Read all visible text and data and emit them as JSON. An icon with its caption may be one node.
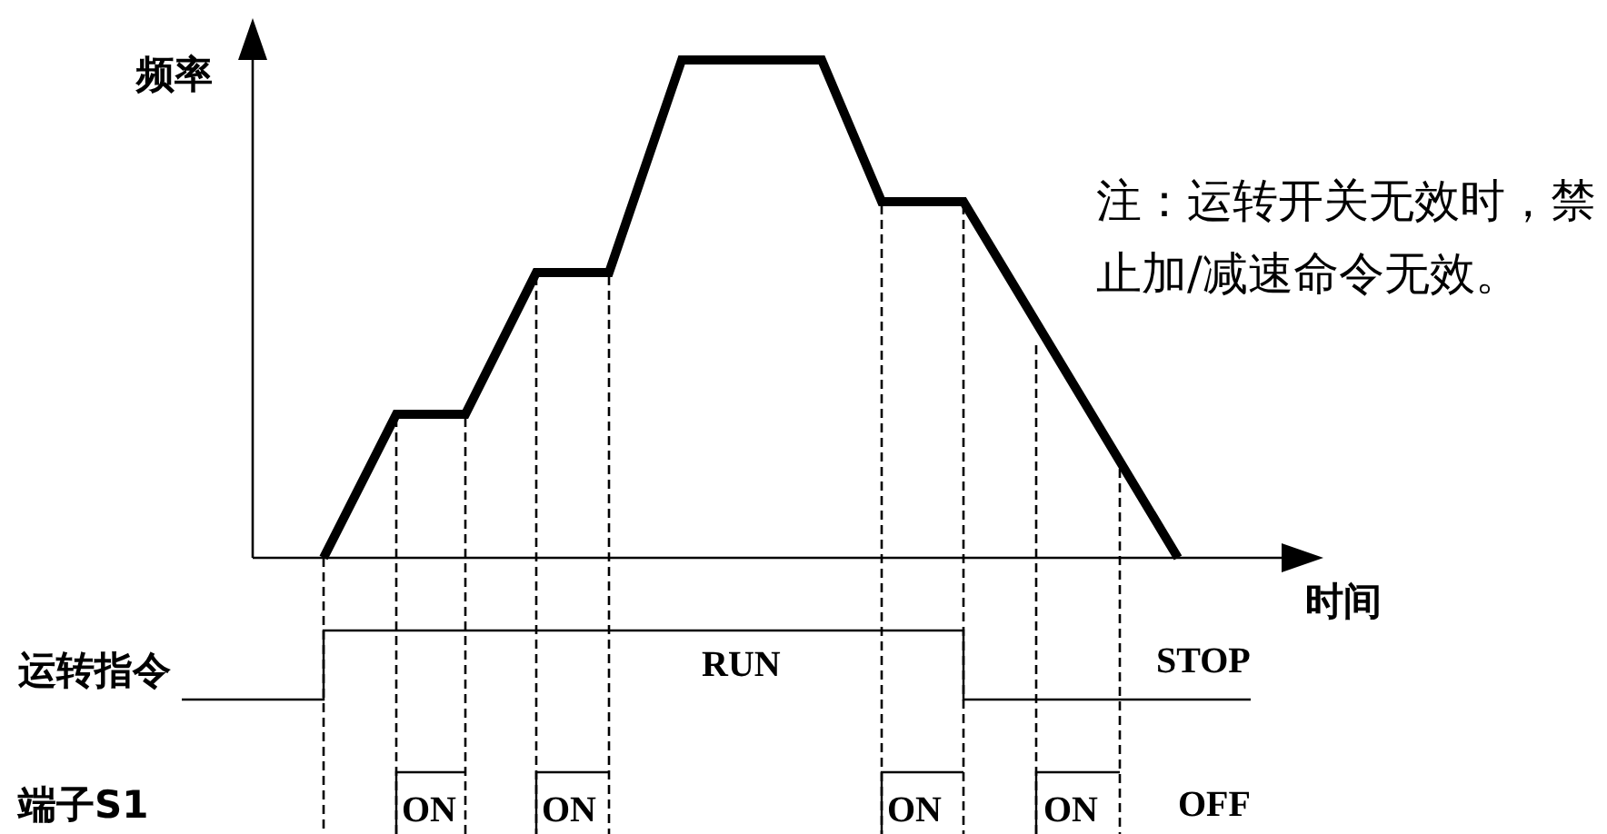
{
  "diagram": {
    "labels": [
      "频率",
      "注：运转开关无效时，禁止加/减速命令无效。",
      "时间",
      "运转指令",
      "RUN",
      "STOP",
      "端子S1",
      "ON",
      "ON",
      "ON",
      "ON",
      "OFF"
    ]
  }
}
